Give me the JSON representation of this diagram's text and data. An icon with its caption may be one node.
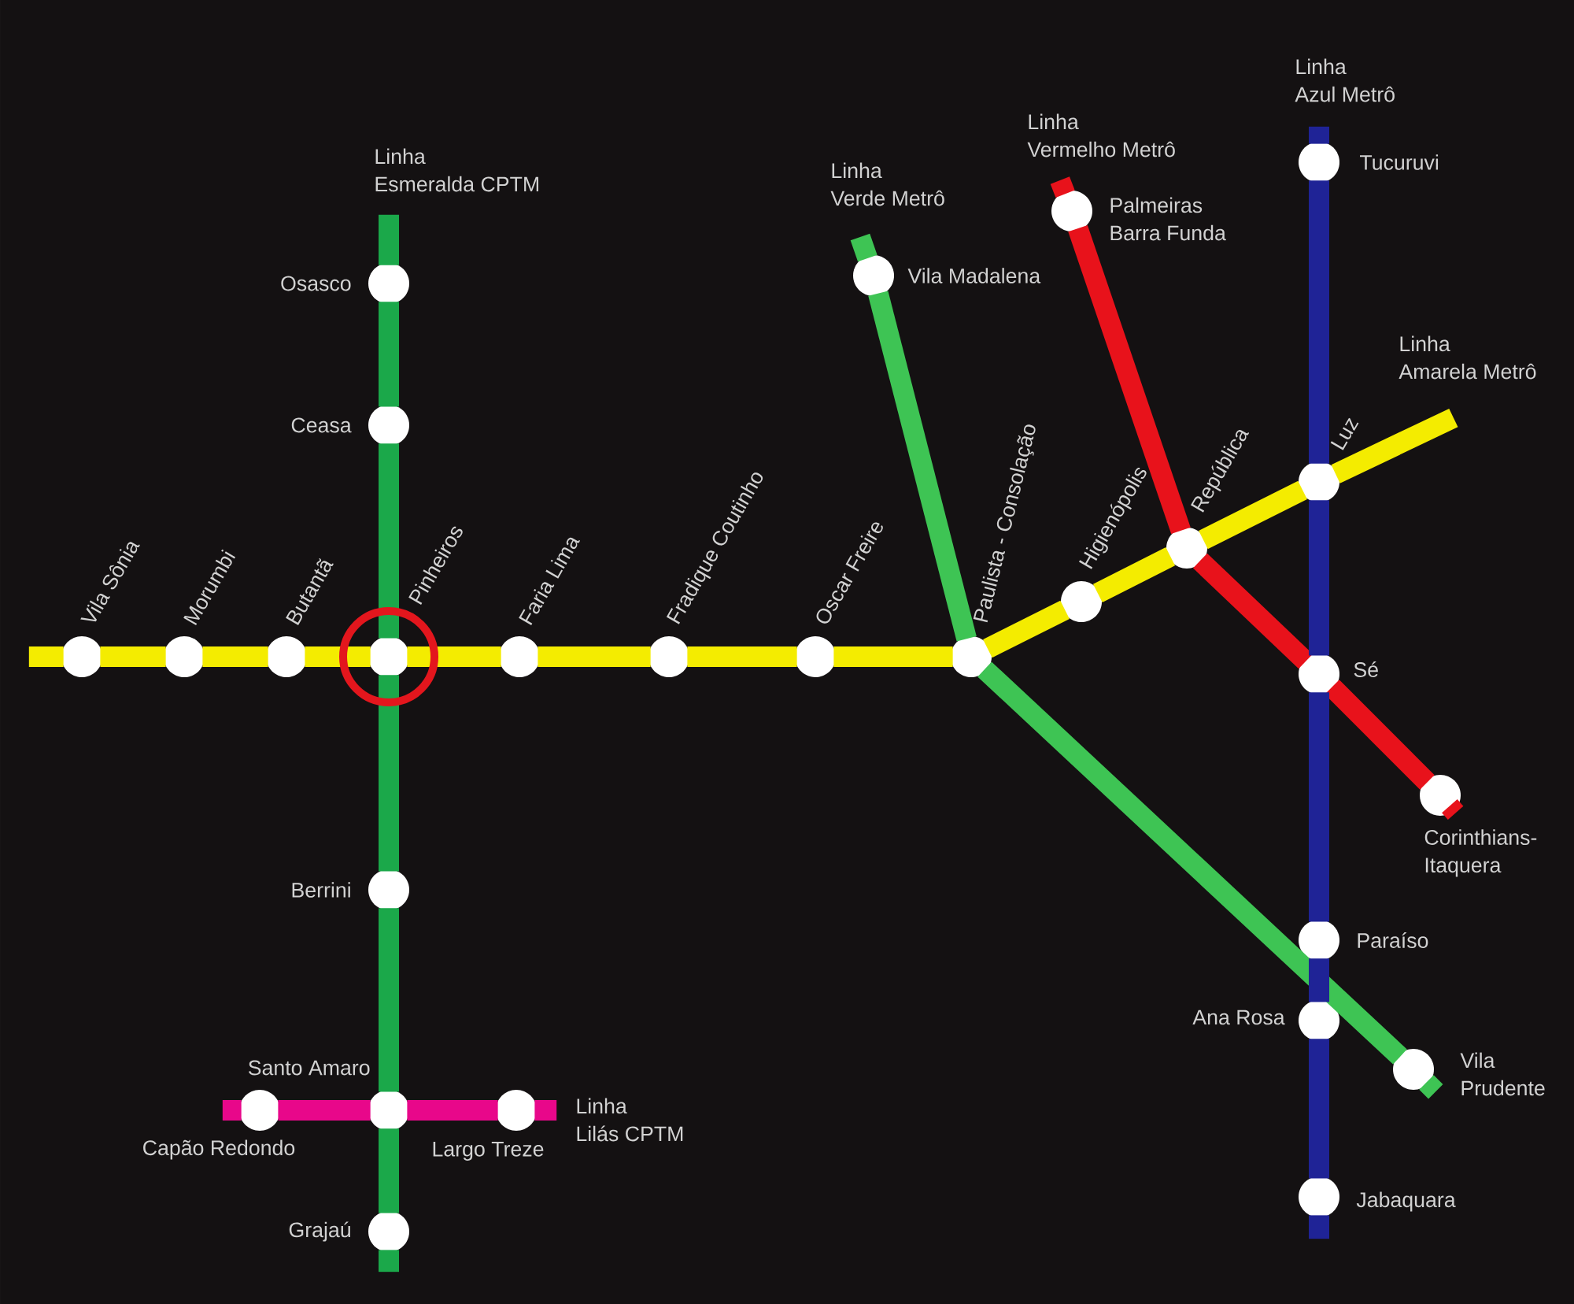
{
  "diagram": {
    "nodes": [
      {
        "text": [],
        "shape": "circle",
        "beside": [
          "Osasco"
        ]
      },
      {
        "text": [],
        "shape": "circle",
        "beside": [
          "Ceasa"
        ]
      },
      {
        "text": [],
        "shape": "circle",
        "beside": [
          "Vila Sônia"
        ]
      },
      {
        "text": [],
        "shape": "circle",
        "beside": [
          "Morumbi"
        ]
      },
      {
        "text": [],
        "shape": "circle",
        "beside": [
          "Butantã"
        ]
      },
      {
        "text": [],
        "shape": "circle",
        "beside": [
          "Pinheiros"
        ]
      },
      {
        "text": [],
        "shape": "circle",
        "beside": [
          "Faria Lima"
        ]
      },
      {
        "text": [],
        "shape": "circle",
        "beside": [
          "Fradique Coutinho"
        ]
      },
      {
        "text": [],
        "shape": "circle",
        "beside": [
          "Oscar Freire"
        ]
      },
      {
        "text": [],
        "shape": "circle",
        "beside": [
          "Paulista - Consolação"
        ]
      },
      {
        "text": [],
        "shape": "circle",
        "beside": [
          "Higienópolis"
        ]
      },
      {
        "text": [],
        "shape": "circle",
        "beside": [
          "República"
        ]
      },
      {
        "text": [],
        "shape": "circle",
        "beside": [
          "Luz"
        ]
      },
      {
        "text": [],
        "shape": "circle",
        "beside": [
          "Berrini"
        ]
      },
      {
        "text": [],
        "shape": "circle",
        "beside": [
          "Santo Amaro"
        ]
      },
      {
        "text": [],
        "shape": "circle",
        "beside": [
          "Capão Redondo"
        ]
      },
      {
        "text": [],
        "shape": "circle",
        "beside": [
          "Largo Treze"
        ]
      },
      {
        "text": [],
        "shape": "circle",
        "beside": [
          "Grajaú"
        ]
      },
      {
        "text": [],
        "shape": "circle",
        "beside": [
          "Vila Madalena"
        ]
      },
      {
        "text": [],
        "shape": "circle",
        "beside": [
          "Palmeiras Barra Funda"
        ]
      },
      {
        "text": [],
        "shape": "circle",
        "beside": [
          "Tucuruvi"
        ]
      },
      {
        "text": [],
        "shape": "circle",
        "beside": [
          "Sé"
        ]
      },
      {
        "text": [],
        "shape": "circle",
        "beside": [
          "Corinthians- Itaquera"
        ]
      },
      {
        "text": [],
        "shape": "circle",
        "beside": [
          "Paraíso"
        ]
      },
      {
        "text": [],
        "shape": "circle",
        "beside": [
          "Ana Rosa"
        ]
      },
      {
        "text": [],
        "shape": "circle",
        "beside": [
          "Vila Prudente"
        ]
      },
      {
        "text": [],
        "shape": "circle",
        "beside": [
          "Jabaquara"
        ]
      }
    ],
    "edges": [
      {
        "from": 2,
        "to": null,
        "arrow": "none"
      },
      {
        "from": 2,
        "to": 3,
        "arrow": "none"
      },
      {
        "from": 3,
        "to": 4,
        "arrow": "none"
      },
      {
        "from": 4,
        "to": 5,
        "arrow": "none"
      },
      {
        "from": 5,
        "to": 6,
        "arrow": "none"
      },
      {
        "from": 6,
        "to": 7,
        "arrow": "none"
      },
      {
        "from": 7,
        "to": 8,
        "arrow": "none"
      },
      {
        "from": 8,
        "to": 9,
        "arrow": "none"
      },
      {
        "from": 9,
        "to": 10,
        "arrow": "none"
      },
      {
        "from": 10,
        "to": 11,
        "arrow": "none"
      },
      {
        "from": 11,
        "to": 12,
        "arrow": "none"
      },
      {
        "from": 12,
        "to": null,
        "arrow": "none"
      },
      {
        "from": 0,
        "to": null,
        "arrow": "none",
        "color": "#1ba84a"
      },
      {
        "from": 0,
        "to": 1,
        "arrow": "none",
        "color": "#1ba84a"
      },
      {
        "from": 1,
        "to": 5,
        "arrow": "none",
        "color": "#1ba84a"
      },
      {
        "from": 5,
        "to": 13,
        "arrow": "none",
        "color": "#1ba84a"
      },
      {
        "from": 13,
        "to": 14,
        "arrow": "none",
        "color": "#1ba84a"
      },
      {
        "from": 14,
        "to": 17,
        "arrow": "none",
        "color": "#1ba84a"
      },
      {
        "from": 17,
        "to": null,
        "arrow": "none",
        "color": "#1ba84a"
      },
      {
        "from": 15,
        "to": null,
        "arrow": "none",
        "color": "#e8078a"
      },
      {
        "from": 15,
        "to": 14,
        "arrow": "none",
        "color": "#e8078a"
      },
      {
        "from": 14,
        "to": 16,
        "arrow": "none",
        "color": "#e8078a"
      },
      {
        "from": 16,
        "to": null,
        "arrow": "none",
        "color": "#e8078a"
      },
      {
        "from": 18,
        "to": null,
        "arrow": "none",
        "color": "#3ec454"
      },
      {
        "from": 18,
        "to": 9,
        "arrow": "none",
        "color": "#3ec454"
      },
      {
        "from": 9,
        "to": 25,
        "arrow": "none",
        "color": "#3ec454"
      },
      {
        "from": 25,
        "to": null,
        "arrow": "none",
        "color": "#3ec454"
      },
      {
        "from": 19,
        "to": null,
        "arrow": "none",
        "color": "#e8121b"
      },
      {
        "from": 19,
        "to": 11,
        "arrow": "none",
        "color": "#e8121b"
      },
      {
        "from": 11,
        "to": 21,
        "arrow": "none",
        "color": "#e8121b"
      },
      {
        "from": 21,
        "to": 22,
        "arrow": "none",
        "color": "#e8121b"
      },
      {
        "from": 22,
        "to": null,
        "arrow": "none",
        "color": "#e8121b"
      },
      {
        "from": 20,
        "to": null,
        "arrow": "none",
        "color": "#1f2396"
      },
      {
        "from": 20,
        "to": 12,
        "arrow": "none",
        "color": "#1f2396"
      },
      {
        "from": 12,
        "to": 21,
        "arrow": "none",
        "color": "#1f2396"
      },
      {
        "from": 21,
        "to": 23,
        "arrow": "none",
        "color": "#1f2396"
      },
      {
        "from": 23,
        "to": 24,
        "arrow": "none",
        "color": "#1f2396"
      },
      {
        "from": 24,
        "to": 26,
        "arrow": "none",
        "color": "#1f2396"
      },
      {
        "from": 26,
        "to": null,
        "arrow": "none",
        "color": "#1f2396"
      }
    ],
    "labels": [
      "Linha Azul Metrô",
      "Linha Vermelho Metrô",
      "Linha Esmeralda CPTM",
      "Linha Verde Metrô",
      "Linha Amarela Metrô",
      "Linha Lilás CPTM"
    ]
  }
}
